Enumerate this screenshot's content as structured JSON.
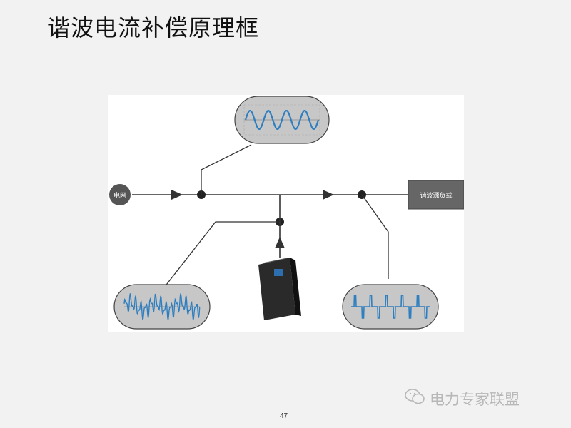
{
  "slide": {
    "title": "谐波电流补偿原理框",
    "page_number": "47"
  },
  "diagram": {
    "source_label": "电网",
    "load_label": "谐波源负载"
  },
  "watermark": {
    "text": "电力专家联盟",
    "icon": "wechat-icon"
  },
  "colors": {
    "background": "#f2f2f2",
    "panel": "#ffffff",
    "line": "#333333",
    "waveform": "#2f7fc0",
    "bubble_fill": "#c7c7c7",
    "load_box": "#666666"
  }
}
